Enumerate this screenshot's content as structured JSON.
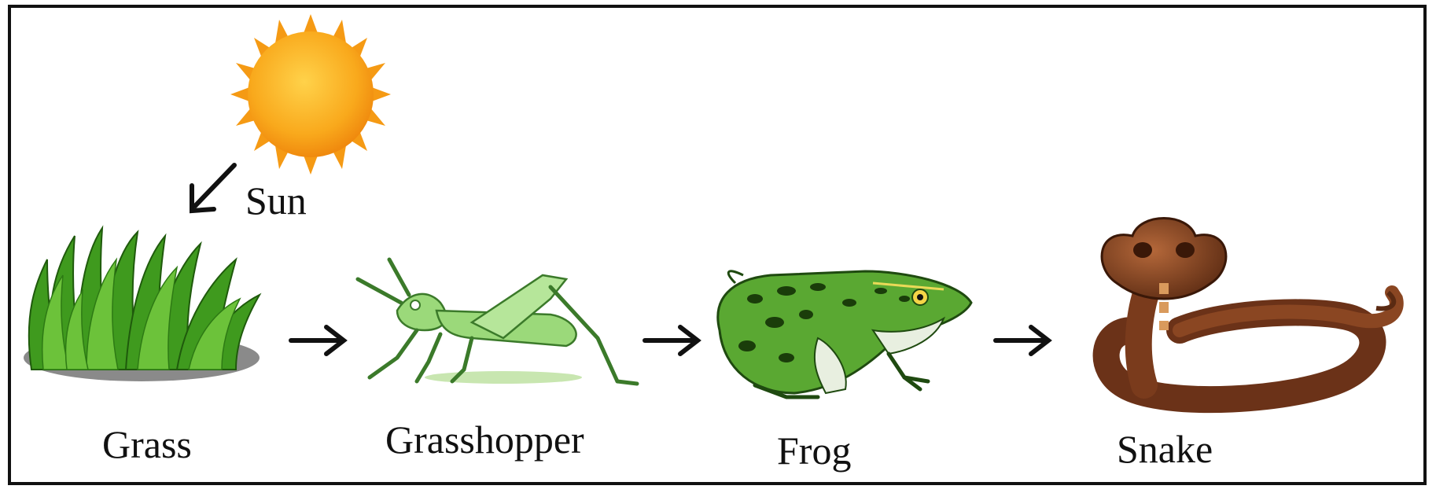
{
  "diagram": {
    "title": "",
    "nodes": [
      {
        "id": "sun",
        "label": "Sun",
        "icon": "sun-icon"
      },
      {
        "id": "grass",
        "label": "Grass",
        "icon": "grass-icon"
      },
      {
        "id": "grasshopper",
        "label": "Grasshopper",
        "icon": "grasshopper-icon"
      },
      {
        "id": "frog",
        "label": "Frog",
        "icon": "frog-icon"
      },
      {
        "id": "snake",
        "label": "Snake",
        "icon": "snake-icon"
      }
    ],
    "edges": [
      {
        "from": "sun",
        "to": "grass"
      },
      {
        "from": "grass",
        "to": "grasshopper"
      },
      {
        "from": "grasshopper",
        "to": "frog"
      },
      {
        "from": "frog",
        "to": "snake"
      }
    ],
    "colors": {
      "border": "#111111",
      "sun": "#f7a21b",
      "grass": "#3f9a1e",
      "grasshopper": "#8fd16a",
      "frog": "#4e9a2a",
      "snake": "#7a3b1c"
    }
  }
}
